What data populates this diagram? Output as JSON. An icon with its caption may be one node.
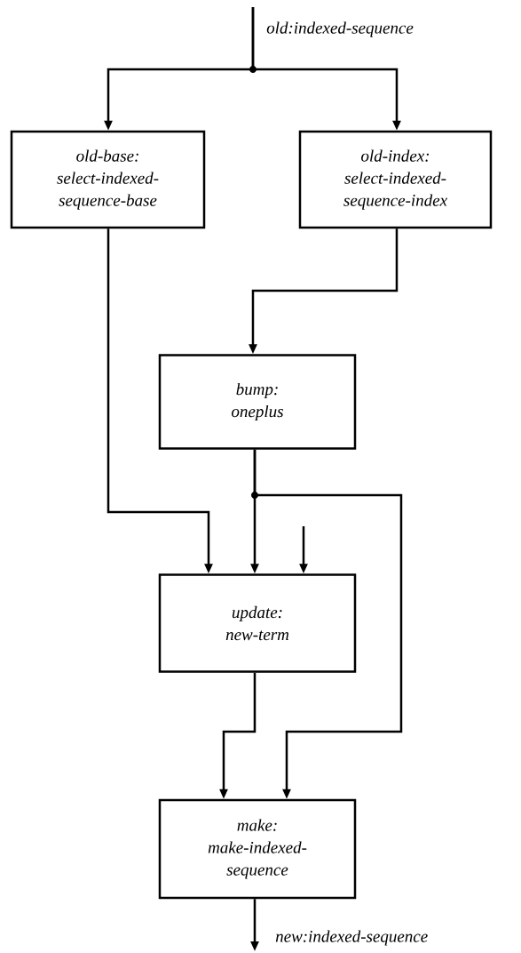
{
  "diagram": {
    "nodes": [
      {
        "text": [
          "old-base:",
          "select-indexed-sequence-base"
        ]
      },
      {
        "text": [
          "old-index:",
          "select-indexed-sequence-index"
        ]
      },
      {
        "text": [
          "bump:",
          "oneplus"
        ]
      },
      {
        "text": [
          "update:",
          "new-term"
        ]
      },
      {
        "text": [
          "make:",
          "make-indexed-sequence"
        ]
      }
    ],
    "edges": [
      {
        "from": null,
        "to": 0,
        "arrow": "to"
      },
      {
        "from": null,
        "to": 1,
        "arrow": "to"
      },
      {
        "from": 0,
        "to": 3,
        "arrow": "to"
      },
      {
        "from": 1,
        "to": 2,
        "arrow": "to"
      },
      {
        "from": 2,
        "to": 3,
        "arrow": "to"
      },
      {
        "from": 2,
        "to": 4,
        "arrow": "to"
      },
      {
        "from": null,
        "to": 3,
        "arrow": "to"
      },
      {
        "from": 3,
        "to": 4,
        "arrow": "to"
      },
      {
        "from": 4,
        "to": null,
        "arrow": "to"
      }
    ],
    "labels": [
      "old:indexed-sequence",
      "new:indexed-sequence"
    ]
  }
}
